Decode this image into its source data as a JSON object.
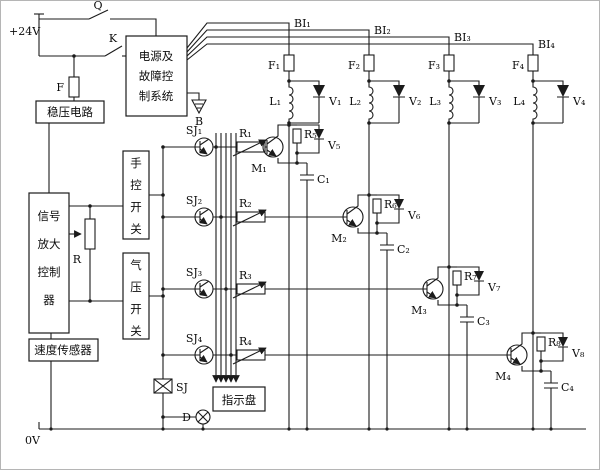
{
  "labels": {
    "plus24v": "+24V",
    "zero_v": "0V",
    "Q": "Q",
    "K": "K",
    "F": "F",
    "B": "B",
    "R": "R",
    "D": "D",
    "SJ": "SJ",
    "BI": [
      "BI₁",
      "BI₂",
      "BI₃",
      "BI₄"
    ],
    "fuses": [
      "F₁",
      "F₂",
      "F₃",
      "F₄"
    ],
    "inductors": [
      "L₁",
      "L₂",
      "L₃",
      "L₄"
    ],
    "diodes": [
      "V₁",
      "V₂",
      "V₃",
      "V₄",
      "V₅",
      "V₆",
      "V₇",
      "V₈"
    ],
    "relays": [
      "SJ₁",
      "SJ₂",
      "SJ₃",
      "SJ₄"
    ],
    "rheostats": [
      "R₁",
      "R₂",
      "R₃",
      "R₄"
    ],
    "resistors": [
      "R₅",
      "R₆",
      "R₇",
      "R₈"
    ],
    "transistors": [
      "M₁",
      "M₂",
      "M₃",
      "M₄"
    ],
    "capacitors": [
      "C₁",
      "C₂",
      "C₃",
      "C₄"
    ]
  },
  "boxes": {
    "power_control": [
      "电源及",
      "故障控",
      "制系统"
    ],
    "regulator": "稳压电路",
    "amplifier": [
      "信号",
      "放大",
      "控制",
      "器"
    ],
    "speed_sensor": "速度传感器",
    "manual_switch": [
      "手",
      "控",
      "开",
      "关"
    ],
    "air_switch": [
      "气",
      "压",
      "开",
      "关"
    ],
    "indicator_panel": "指示盘"
  }
}
